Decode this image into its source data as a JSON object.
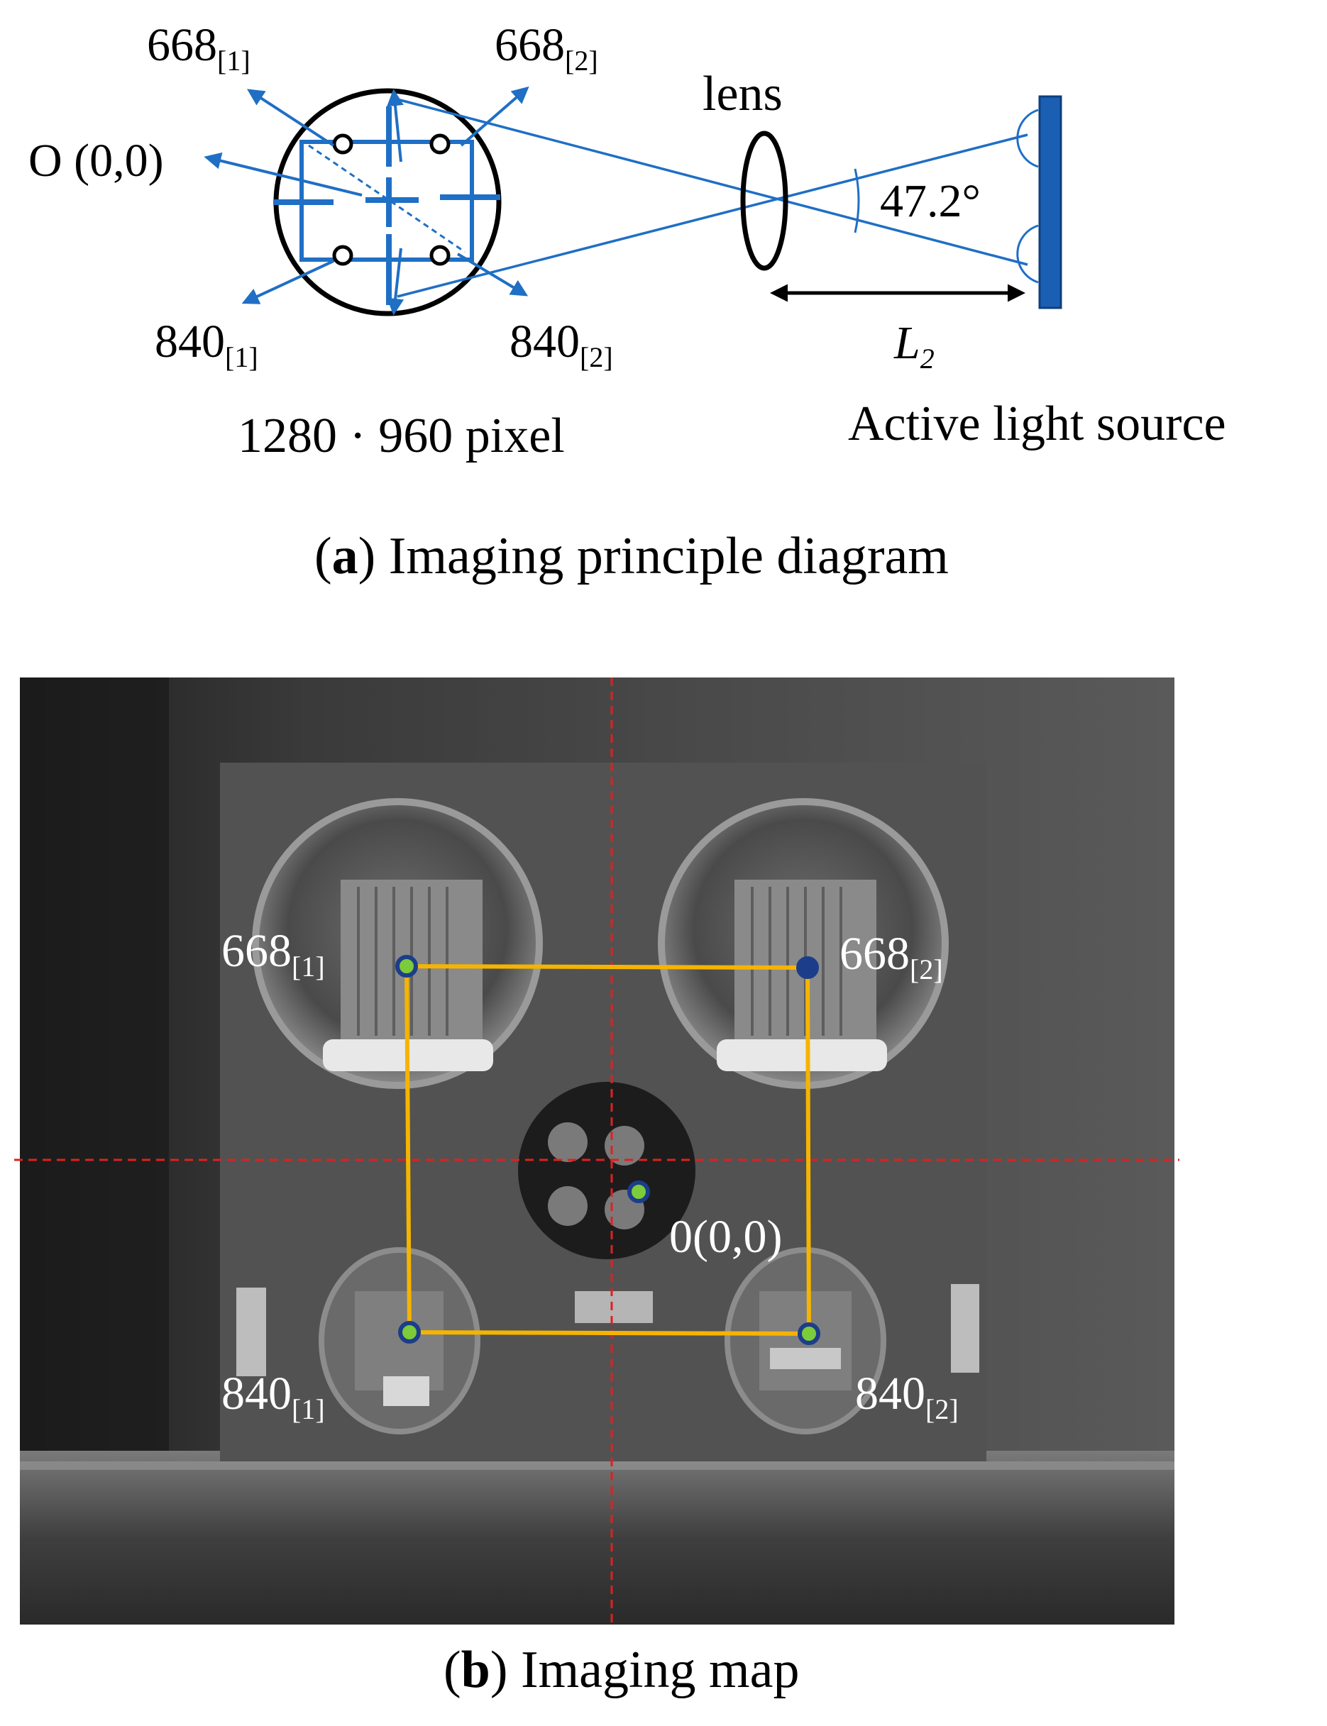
{
  "diagram_a": {
    "label_668_1": {
      "base": "668",
      "sub": "[1]"
    },
    "label_668_2": {
      "base": "668",
      "sub": "[2]"
    },
    "label_840_1": {
      "base": "840",
      "sub": "[1]"
    },
    "label_840_2": {
      "base": "840",
      "sub": "[2]"
    },
    "label_origin": "O (0,0)",
    "label_lens": "lens",
    "label_angle": "47.2°",
    "label_distance": {
      "base": "L",
      "sub": "2"
    },
    "label_resolution": "1280 · 960 pixel",
    "label_source": "Active light source",
    "caption_letter": "a",
    "caption_text": ") Imaging principle diagram"
  },
  "diagram_b": {
    "label_668_1": {
      "base": "668",
      "sub": "[1]"
    },
    "label_668_2": {
      "base": "668",
      "sub": "[2]"
    },
    "label_840_1": {
      "base": "840",
      "sub": "[1]"
    },
    "label_840_2": {
      "base": "840",
      "sub": "[2]"
    },
    "label_origin": "0(0,0)",
    "caption_letter": "b",
    "caption_text": ") Imaging map"
  },
  "colors": {
    "diagram_blue": "#1f6fc5",
    "source_blue": "#1b5fb3",
    "frame_yellow": "#f5b400",
    "marker_green": "#7ccb3a",
    "marker_ring": "#1c3d8a",
    "crosshair_red": "#e02020"
  }
}
